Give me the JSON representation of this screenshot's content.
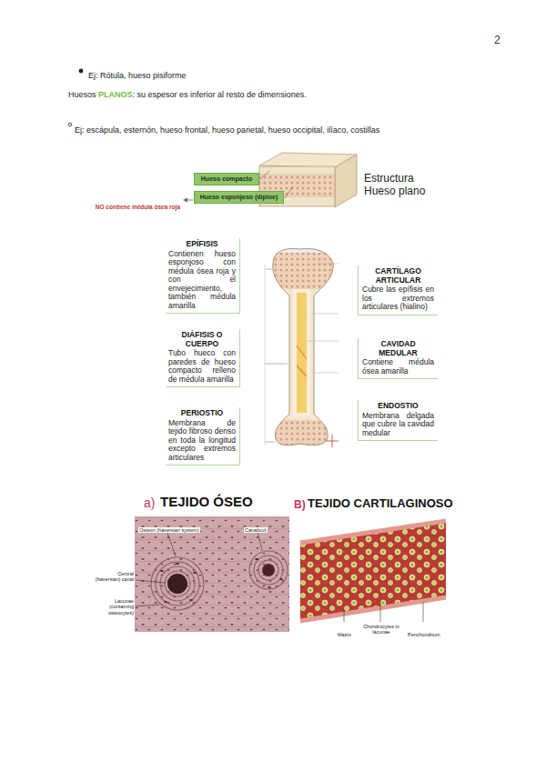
{
  "diagram": {
    "nodes": [
      {
        "text": [
          "Hueso compacto"
        ]
      },
      {
        "text": [
          "Hueso esponjoso (díploe)"
        ]
      },
      {
        "text": [
          "EPÍFISIS",
          "Contienen hueso esponjoso con médula ósea roja y con el envejecimiento, también médula amarilla"
        ]
      },
      {
        "text": [
          "DIÁFISIS O CUERPO",
          "Tubo hueco con paredes de hueso compacto relleno de médula amarilla"
        ]
      },
      {
        "text": [
          "PERIOSTIO",
          "Membrana de tejido fibroso denso en toda la longitud excepto extremos articulares"
        ]
      },
      {
        "text": [
          "CARTÍLAGO ARTICULAR",
          "Cubre las epífisis en los extremos articulares (hialino)"
        ]
      },
      {
        "text": [
          "CAVIDAD MEDULAR",
          "Contiene médula ósea amarilla"
        ]
      },
      {
        "text": [
          "ENDOSTIO",
          "Membrana delgada que cubre la cavidad medular"
        ]
      }
    ],
    "labels": [
      "2",
      "Ej: Rótula, hueso pisiforme",
      "Huesos",
      "PLANOS",
      ": su espesor es inferior al resto de dimensiones.",
      "Ej: escápula, esternón, hueso frontal, hueso parietal, hueso occipital, ilíaco, costillas",
      "NO contiene médula ósea roja",
      "Estructura Hueso plano",
      "a)",
      "TEJIDO ÓSEO",
      "B)",
      "TEJIDO CARTILAGINOSO",
      "Osteon (haversian system)",
      "Canaliculi",
      "Central (haversian) canal",
      "Lacunae (containing osteocytes)",
      "Matrix",
      "Chondrocytes in lacunae",
      "Perichondrium"
    ]
  }
}
